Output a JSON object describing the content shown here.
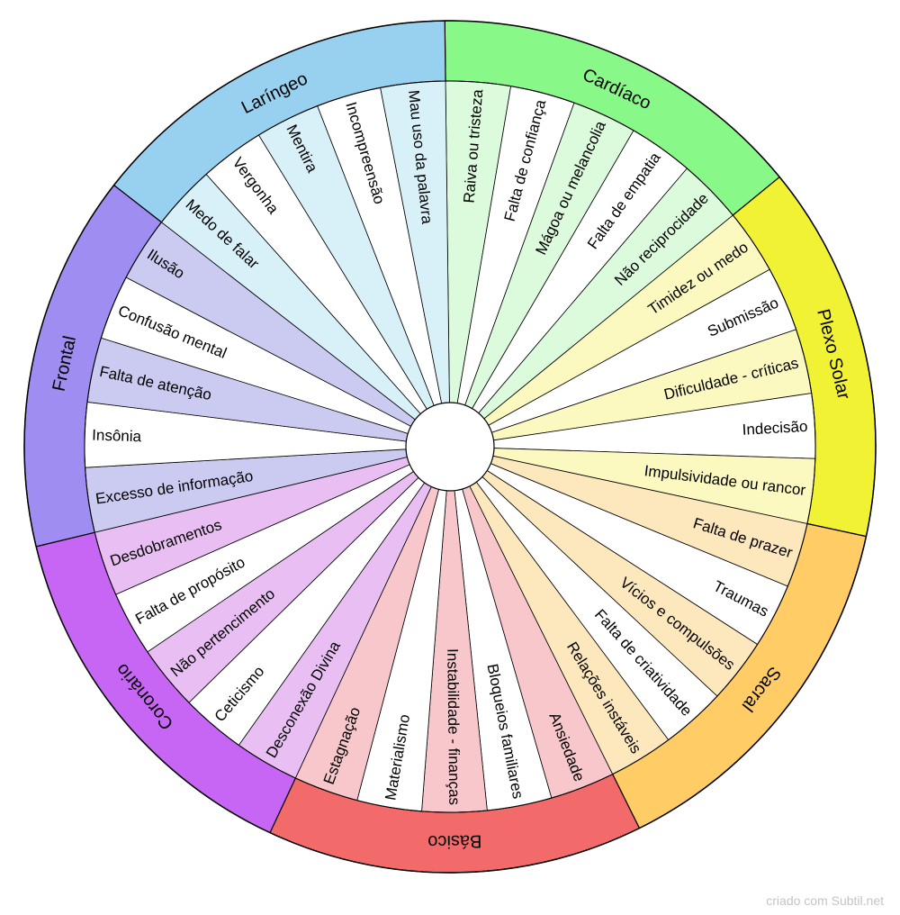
{
  "wheel": {
    "chakras": [
      {
        "name": "Cardíaco",
        "outer_color": "#88f888",
        "inner_color": "#dcfadc",
        "items": [
          "Raiva ou tristeza",
          "Falta de confiança",
          "Mágoa ou melancolia",
          "Falta de empatia",
          "Não reciprocidade"
        ]
      },
      {
        "name": "Plexo Solar",
        "outer_color": "#f2f234",
        "inner_color": "#fbf9c0",
        "items": [
          "Timidez ou medo",
          "Submissão",
          "Dificuldade - críticas",
          "Indecisão",
          "Impulsividade ou rancor"
        ]
      },
      {
        "name": "Sacral",
        "outer_color": "#ffcc66",
        "inner_color": "#fde7bd",
        "items": [
          "Falta de prazer",
          "Traumas",
          "Vícios e compulsões",
          "Falta de criatividade",
          "Relações instáveis"
        ]
      },
      {
        "name": "Básico",
        "outer_color": "#f26a6a",
        "inner_color": "#f7c7cc",
        "items": [
          "Ansiedade",
          "Bloqueios familiares",
          "Instabilidade - finanças",
          "Materialismo",
          "Estagnação"
        ]
      },
      {
        "name": "Coronário",
        "outer_color": "#c765f5",
        "inner_color": "#e9bff3",
        "items": [
          "Desconexão Divina",
          "Ceticismo",
          "Não pertencimento",
          "Falta de propósito",
          "Desdobramentos"
        ]
      },
      {
        "name": "Frontal",
        "outer_color": "#9f8df1",
        "inner_color": "#cbcaf0",
        "items": [
          "Excesso de informação",
          "Insônia",
          "Falta de atenção",
          "Confusão mental",
          "Ilusão"
        ]
      },
      {
        "name": "Laríngeo",
        "outer_color": "#98d0f0",
        "inner_color": "#d8f0f8",
        "items": [
          "Medo de falar",
          "Vergonha",
          "Mentira",
          "Incompreensão",
          "Mau uso da palavra"
        ]
      }
    ]
  },
  "footer": {
    "credit": "criado com Subtil.net"
  }
}
